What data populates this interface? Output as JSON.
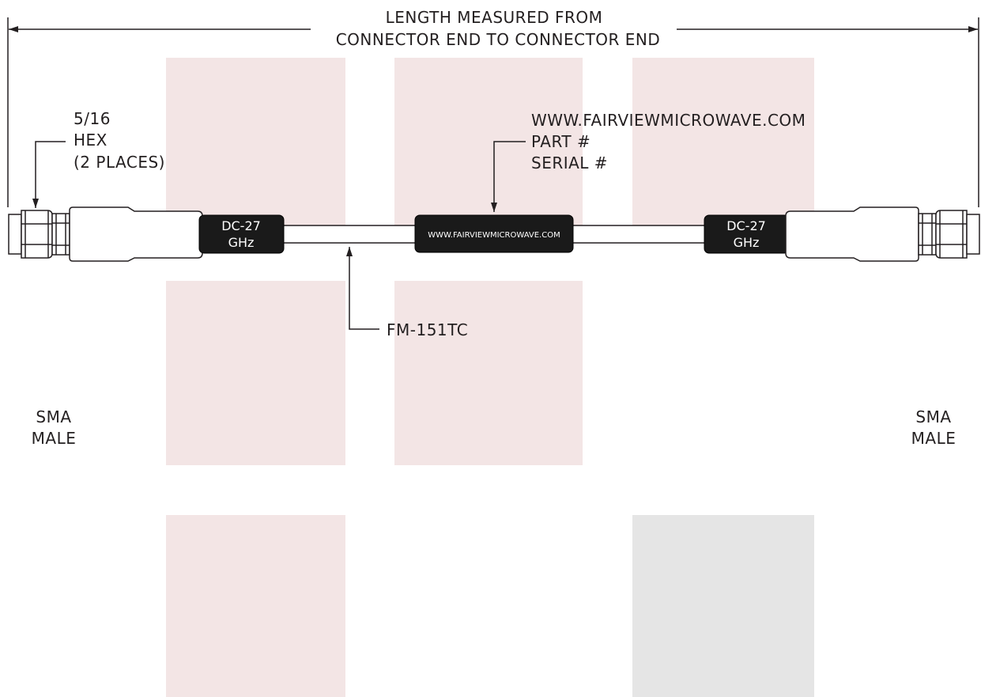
{
  "dimension": {
    "line1": "LENGTH MEASURED FROM",
    "line2": "CONNECTOR END TO CONNECTOR END"
  },
  "hex_callout": {
    "line1": "5/16",
    "line2": "HEX",
    "line3": "(2 PLACES)"
  },
  "marking_callout": {
    "line1": "WWW.FAIRVIEWMICROWAVE.COM",
    "line2": "PART #",
    "line3": "SERIAL #"
  },
  "cable_callout": {
    "label": "FM-151TC"
  },
  "left_band": {
    "line1": "DC-27",
    "line2": "GHz"
  },
  "right_band": {
    "line1": "DC-27",
    "line2": "GHz"
  },
  "center_sleeve": {
    "text": "WWW.FAIRVIEWMICROWAVE.COM"
  },
  "left_connector": {
    "line1": "SMA",
    "line2": "MALE"
  },
  "right_connector": {
    "line1": "SMA",
    "line2": "MALE"
  },
  "colors": {
    "ink": "#231f20",
    "band": "#1a1a1a",
    "watermark_pink": "#f3e5e5",
    "watermark_gray": "#e5e5e5"
  }
}
